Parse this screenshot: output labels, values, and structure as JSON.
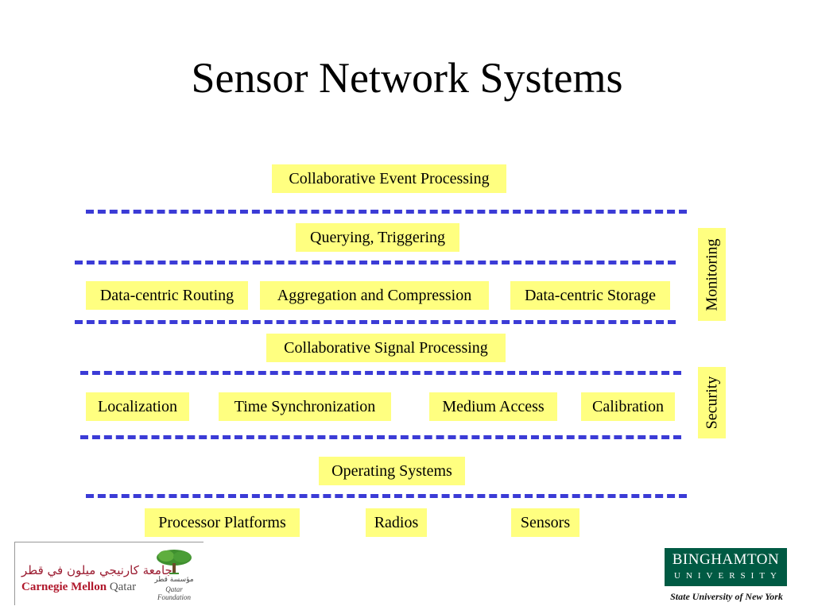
{
  "slide": {
    "title": "Sensor Network Systems"
  },
  "layers": {
    "event": "Collaborative Event Processing",
    "query": "Querying, Triggering",
    "routing": "Data-centric Routing",
    "aggregation": "Aggregation and Compression",
    "storage": "Data-centric Storage",
    "signal": "Collaborative Signal Processing",
    "localization": "Localization",
    "timesync": "Time Synchronization",
    "medium": "Medium Access",
    "calibration": "Calibration",
    "os": "Operating Systems",
    "processor": "Processor Platforms",
    "radios": "Radios",
    "sensors": "Sensors"
  },
  "side": {
    "monitoring": "Monitoring",
    "security": "Security"
  },
  "logos": {
    "cmu_arabic": "جامعة كارنيجي ميلون في قطر",
    "cmu_name": "Carnegie Mellon",
    "cmu_qatar": "Qatar",
    "qf_arabic": "مؤسسة قطر",
    "qf_name": "Qatar Foundation",
    "bu_name": "BINGHAMTON",
    "bu_univ": "UNIVERSITY",
    "bu_sub": "State University of New York"
  },
  "colors": {
    "box_fill": "#ffff80",
    "dash": "#3b3bd6",
    "bu_green": "#005a43"
  }
}
